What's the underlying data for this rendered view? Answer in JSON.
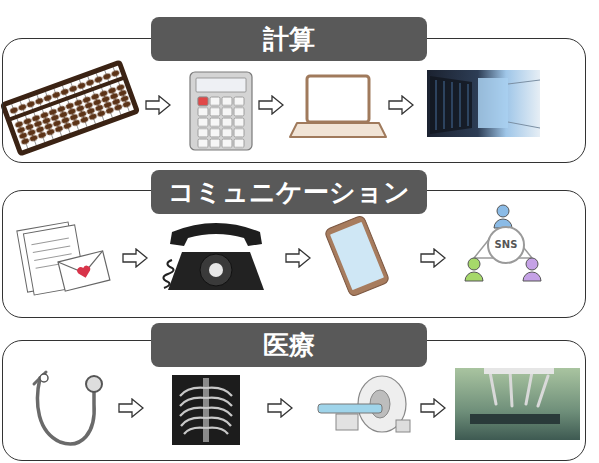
{
  "diagram": {
    "nodes": [
      {
        "text": [
          "計算"
        ]
      },
      {
        "text": [
          "コミュニケーション"
        ]
      },
      {
        "text": [
          "SNS"
        ],
        "in": 1
      },
      {
        "text": [
          "医療"
        ]
      }
    ]
  }
}
